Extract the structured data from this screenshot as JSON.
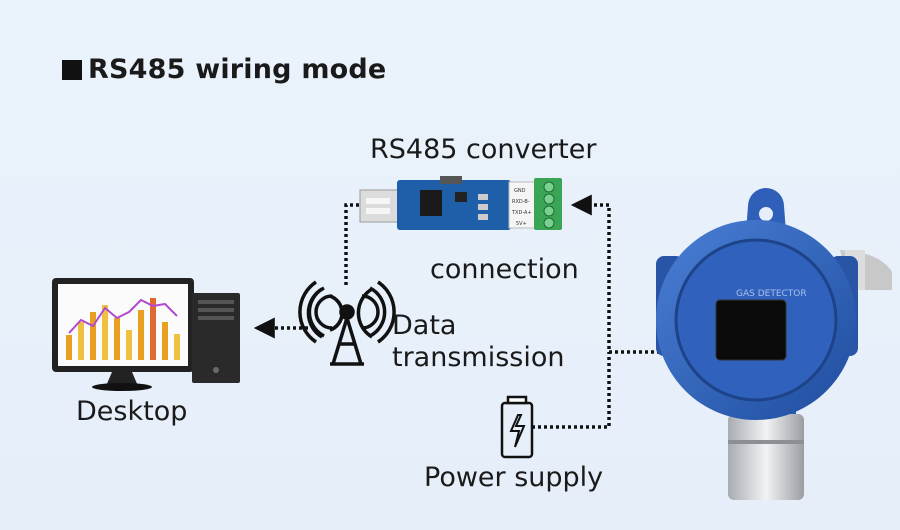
{
  "title": "RS485 wiring mode",
  "labels": {
    "converter": "RS485 converter",
    "connection": "connection",
    "data_transmission_line1": "Data",
    "data_transmission_line2": "transmission",
    "desktop": "Desktop",
    "power_supply": "Power supply"
  },
  "converter_terminals": [
    "GND",
    "RXD-B-",
    "TXD-A+",
    "5V+"
  ],
  "detector_face_text": "GAS DETECTOR",
  "colors": {
    "arrow": "#111111",
    "detector_blue": "#2f5fb8",
    "converter_board": "#1f5ea8",
    "terminal_green": "#3aa655"
  }
}
